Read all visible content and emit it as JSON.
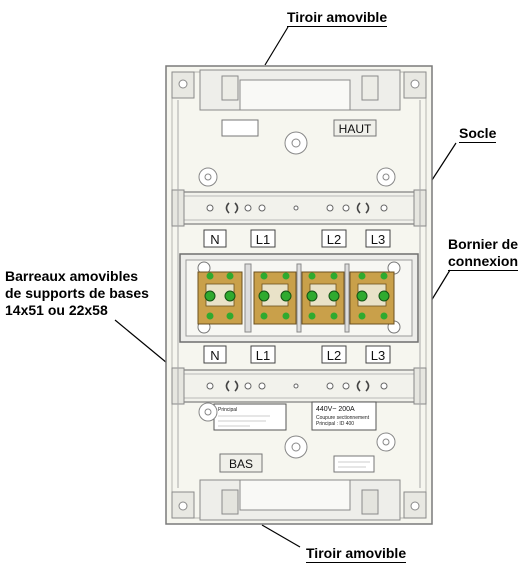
{
  "labels": {
    "tiroir_top": "Tiroir amovible",
    "socle": "Socle",
    "bornier_line1": "Bornier de",
    "bornier_line2": "connexion",
    "barreaux_line1": "Barreaux amovibles",
    "barreaux_line2": "de supports de bases",
    "barreaux_line3": "14x51 ou 22x58",
    "tiroir_bottom": "Tiroir amovible"
  },
  "device": {
    "haut": "HAUT",
    "bas": "BAS",
    "phases_top": [
      "N",
      "L1",
      "L2",
      "L3"
    ],
    "phases_bottom": [
      "N",
      "L1",
      "L2",
      "L3"
    ],
    "rating": "440V~    200A",
    "plate_left_title": "Principal",
    "plate_right_line1": "Coupure sectionnement",
    "plate_right_line2": "Principal : ID 400"
  },
  "colors": {
    "panel": "#f6f6ef",
    "outline": "#7a7a7a",
    "terminal_copper": "#c9a04a",
    "terminal_green": "#2faa2f"
  }
}
